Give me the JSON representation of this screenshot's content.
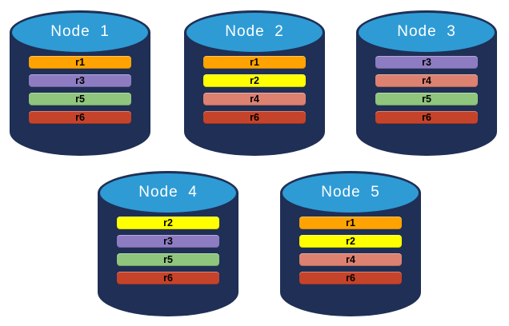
{
  "diagram": {
    "description_labels": []
  },
  "colors": {
    "cylinder_body": "#1F2F55",
    "cylinder_top": "#2E9BD5",
    "title_text": "#FFFFFF",
    "bar_text": "#000000",
    "replicas": {
      "r1": "#FFA302",
      "r2": "#FFFF00",
      "r3": "#8E7CC3",
      "r4": "#DD8171",
      "r5": "#8FC57C",
      "r6": "#C5432A"
    }
  },
  "nodes": [
    {
      "label": "Node  1",
      "replicas": [
        "r1",
        "r3",
        "r5",
        "r6"
      ]
    },
    {
      "label": "Node  2",
      "replicas": [
        "r1",
        "r2",
        "r4",
        "r6"
      ]
    },
    {
      "label": "Node  3",
      "replicas": [
        "r3",
        "r4",
        "r5",
        "r6"
      ]
    },
    {
      "label": "Node  4",
      "replicas": [
        "r2",
        "r3",
        "r5",
        "r6"
      ]
    },
    {
      "label": "Node  5",
      "replicas": [
        "r1",
        "r2",
        "r4",
        "r6"
      ]
    }
  ]
}
